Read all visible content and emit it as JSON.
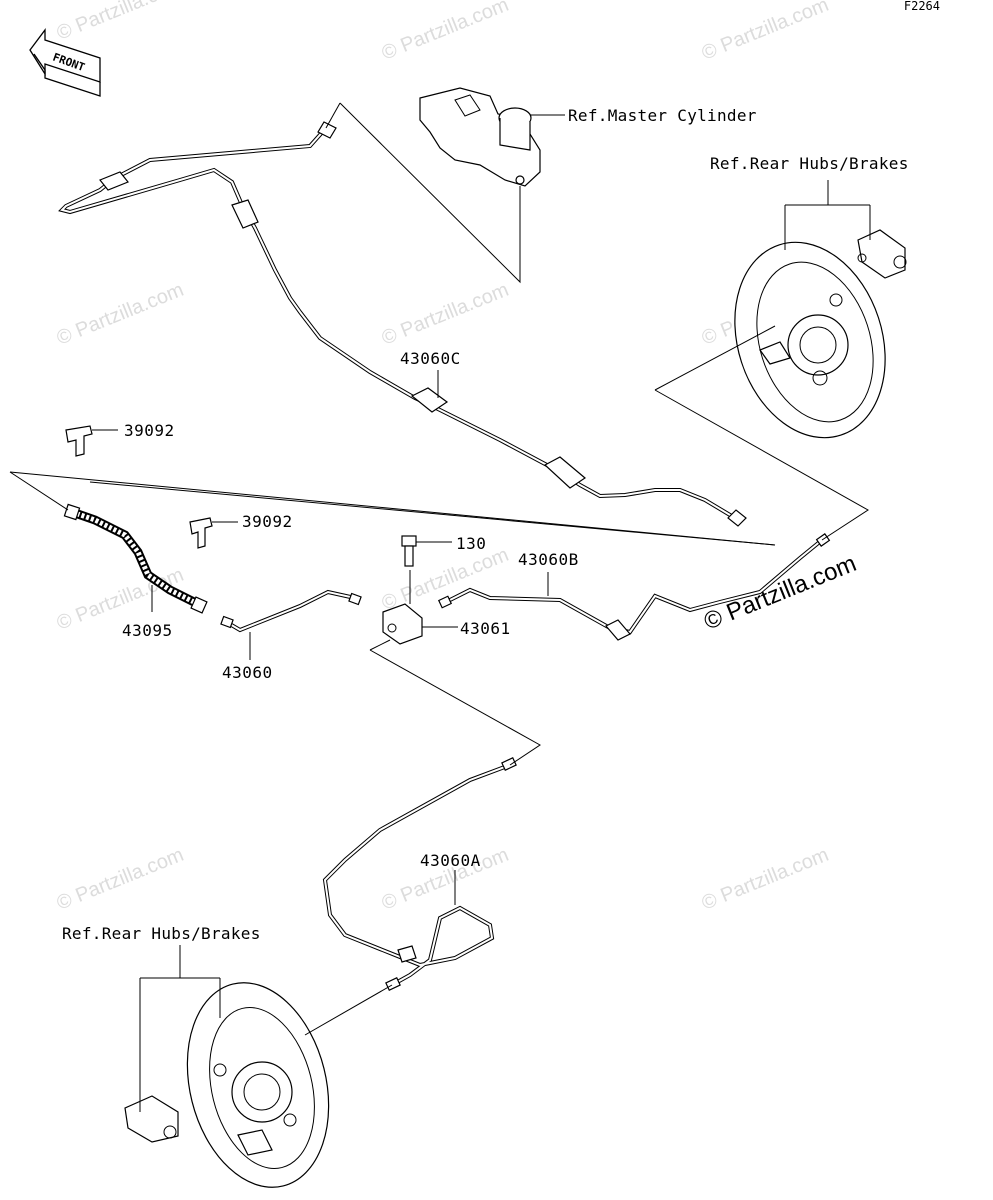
{
  "figure_code": "F2264",
  "front_label": "FRONT",
  "watermark": "© Partzilla.com",
  "callouts": {
    "master_cylinder": "Ref.Master Cylinder",
    "rear_hubs_top": "Ref.Rear Hubs/Brakes",
    "rear_hubs_bottom": "Ref.Rear Hubs/Brakes",
    "p43060C": "43060C",
    "p39092_top": "39092",
    "p39092_mid": "39092",
    "p130": "130",
    "p43060B": "43060B",
    "p43095": "43095",
    "p43060": "43060",
    "p43061": "43061",
    "p43060A": "43060A"
  },
  "colors": {
    "line": "#000000",
    "watermark": "#dcdcdc",
    "background": "#ffffff"
  }
}
